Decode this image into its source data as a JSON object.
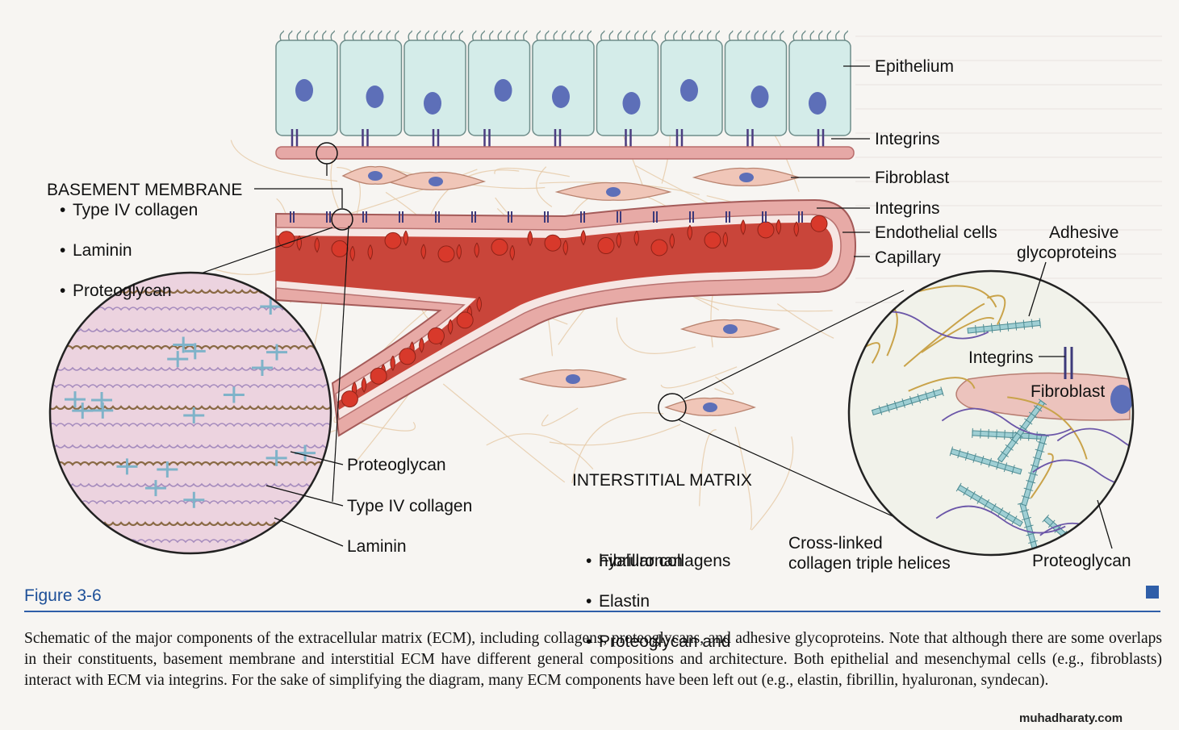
{
  "labels": {
    "epithelium": "Epithelium",
    "integrins_top": "Integrins",
    "fibroblast_top": "Fibroblast",
    "integrins_mid": "Integrins",
    "endothelial_cells": "Endothelial cells",
    "capillary": "Capillary",
    "adhesive_glycoproteins_1": "Adhesive",
    "adhesive_glycoproteins_2": "glycoproteins",
    "integrins_inset": "Integrins",
    "fibroblast_inset": "Fibroblast",
    "proteoglycan_right": "Proteoglycan",
    "cross_linked_1": "Cross-linked",
    "cross_linked_2": "collagen triple helices",
    "proteoglycan_left": "Proteoglycan",
    "type_iv_left": "Type IV collagen",
    "laminin_left": "Laminin"
  },
  "basement_membrane": {
    "title": "BASEMENT MEMBRANE",
    "items": [
      "Type IV collagen",
      "Laminin",
      "Proteoglycan"
    ]
  },
  "interstitial_matrix": {
    "title": "INTERSTITIAL MATRIX",
    "items": [
      "Fibrillar collagens",
      "Elastin",
      "Proteoglycan and"
    ],
    "item_continuation": "hyaluronan"
  },
  "figure": {
    "label": "Figure 3-6",
    "caption": "Schematic of the major components of the extracellular matrix (ECM), including collagens, proteoglycans, and adhesive glycoproteins. Note that although there are some overlaps in their constituents, basement membrane and interstitial ECM have different general compositions and architecture. Both epithelial and mesenchymal cells (e.g., fibroblasts) interact with ECM via integrins. For the sake of simplifying the diagram, many ECM components have been left out (e.g., elastin, fibrillin, hyaluronan, syndecan)."
  },
  "watermark": "muhadharaty.com",
  "colors": {
    "epithelium_fill": "#d4ece9",
    "nucleus": "#5d6fb8",
    "basement_band": "#e6a8a6",
    "vessel_wall": "#e7aaa6",
    "blood": "#c9453a",
    "rbc": "#d8392b",
    "fibroblast": "#f0c6b8",
    "collagen_fiber": "#c8a574",
    "inset_bg": "#efd6df",
    "accent_blue": "#2f5ea8"
  }
}
